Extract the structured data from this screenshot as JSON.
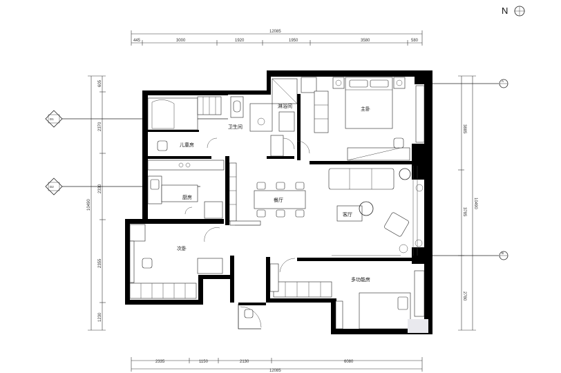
{
  "north_label": "N",
  "dimensions": {
    "top_total": "12085",
    "top_segments": [
      "445",
      "3000",
      "1920",
      "1950",
      "3580",
      "580"
    ],
    "bottom_total": "12085",
    "bottom_segments": [
      "2335",
      "1150",
      "2130",
      "6080"
    ],
    "left_total": "10490",
    "left_segments": [
      "605",
      "2370",
      "2330",
      "2355",
      "1230"
    ],
    "right_total": "10490",
    "right_segments": [
      "3885",
      "3785",
      "2780"
    ]
  },
  "rooms": {
    "children_room": "儿童房",
    "kitchen": "厨房",
    "second_bedroom": "次卧",
    "master_bedroom": "主卧",
    "dining": "餐厅",
    "living": "客厅",
    "multi_room": "多功能房",
    "bathroom": "卫生间",
    "washroom": "淋浴间"
  },
  "markers": {
    "left_top_code": "D1",
    "left_bottom_code": "D2",
    "right_top_code": "A",
    "right_bottom_code": "B"
  }
}
